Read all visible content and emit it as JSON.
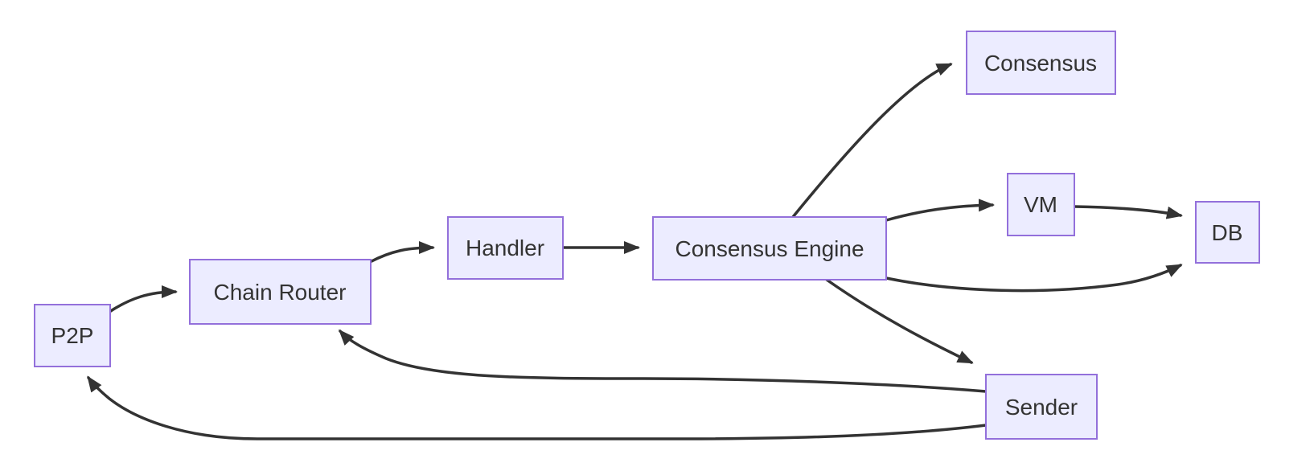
{
  "diagram": {
    "type": "flowchart",
    "direction": "left-to-right",
    "colors": {
      "node_fill": "#ECECFF",
      "node_border": "#9370DB",
      "edge_stroke": "#333333",
      "label_text": "#333333",
      "background": "#ffffff"
    },
    "nodes": {
      "p2p": {
        "label": "P2P"
      },
      "chain_router": {
        "label": "Chain Router"
      },
      "handler": {
        "label": "Handler"
      },
      "consensus_engine": {
        "label": "Consensus Engine"
      },
      "consensus": {
        "label": "Consensus"
      },
      "vm": {
        "label": "VM"
      },
      "db": {
        "label": "DB"
      },
      "sender": {
        "label": "Sender"
      }
    },
    "edges": [
      {
        "from": "P2P",
        "to": "Chain Router"
      },
      {
        "from": "Chain Router",
        "to": "Handler"
      },
      {
        "from": "Handler",
        "to": "Consensus Engine"
      },
      {
        "from": "Consensus Engine",
        "to": "Consensus"
      },
      {
        "from": "Consensus Engine",
        "to": "VM"
      },
      {
        "from": "VM",
        "to": "DB"
      },
      {
        "from": "Consensus Engine",
        "to": "DB"
      },
      {
        "from": "Consensus Engine",
        "to": "Sender"
      },
      {
        "from": "Sender",
        "to": "Chain Router"
      },
      {
        "from": "Sender",
        "to": "P2P"
      }
    ]
  }
}
